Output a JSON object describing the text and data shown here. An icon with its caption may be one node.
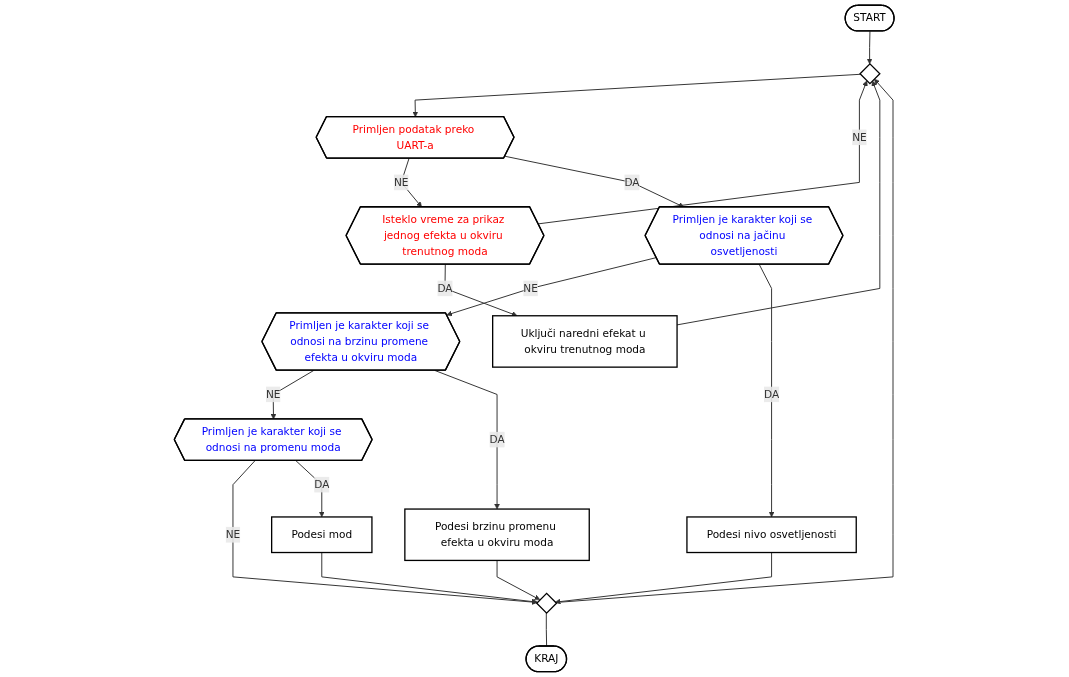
{
  "diagram": {
    "nodes": [
      {
        "text": [
          "START"
        ]
      },
      {
        "text": [],
        "shape": "diamond"
      },
      {
        "text": [
          "Primljen podatak preko UART-a"
        ]
      },
      {
        "text": [
          "Isteklo vreme za prikaz jednog efekta u okviru trenutnog moda"
        ]
      },
      {
        "text": [
          "Uključi naredni efekat u okviru trenutnog moda"
        ]
      },
      {
        "text": [
          "Primljen je karakter koji se odnosi na jačinu osvetljenosti"
        ]
      },
      {
        "text": [
          "Primljen je karakter koji se odnosi na brzinu promene efekta u okviru moda"
        ]
      },
      {
        "text": [
          "Primljen je karakter koji se odnosi na promenu moda"
        ]
      },
      {
        "text": [
          "Podesi nivo osvetljenosti"
        ]
      },
      {
        "text": [
          "Podesi brzinu promenu efekta u okviru moda"
        ]
      },
      {
        "text": [
          "Podesi mod"
        ]
      },
      {
        "text": [],
        "shape": "diamond"
      },
      {
        "text": [
          "KRAJ"
        ]
      }
    ],
    "edges": [
      {
        "from": 0,
        "to": 1,
        "arrow": "to"
      },
      {
        "from": 1,
        "to": 2,
        "arrow": "to"
      },
      {
        "from": 2,
        "to": 3,
        "label": "NE",
        "arrow": "to"
      },
      {
        "from": 3,
        "to": 1,
        "label": "NE",
        "arrow": "to"
      },
      {
        "from": 3,
        "to": 4,
        "label": "DA",
        "arrow": "to"
      },
      {
        "from": 4,
        "to": 1,
        "arrow": "to"
      },
      {
        "from": 2,
        "to": 5,
        "label": "DA",
        "arrow": "to"
      },
      {
        "from": 5,
        "to": 6,
        "label": "NE",
        "arrow": "to"
      },
      {
        "from": 6,
        "to": 7,
        "label": "NE",
        "arrow": "to"
      },
      {
        "from": 7,
        "to": 11,
        "label": "NE",
        "arrow": "to"
      },
      {
        "from": 5,
        "to": 8,
        "label": "DA",
        "arrow": "to"
      },
      {
        "from": 6,
        "to": 9,
        "label": "DA",
        "arrow": "to"
      },
      {
        "from": 7,
        "to": 10,
        "label": "DA",
        "arrow": "to"
      },
      {
        "from": 8,
        "to": 11,
        "arrow": "to"
      },
      {
        "from": 9,
        "to": 11,
        "arrow": "to"
      },
      {
        "from": 10,
        "to": 11,
        "arrow": "to"
      },
      {
        "from": 11,
        "to": 1,
        "arrow": "to"
      },
      {
        "from": 11,
        "to": 12,
        "arrow": "none"
      }
    ]
  }
}
